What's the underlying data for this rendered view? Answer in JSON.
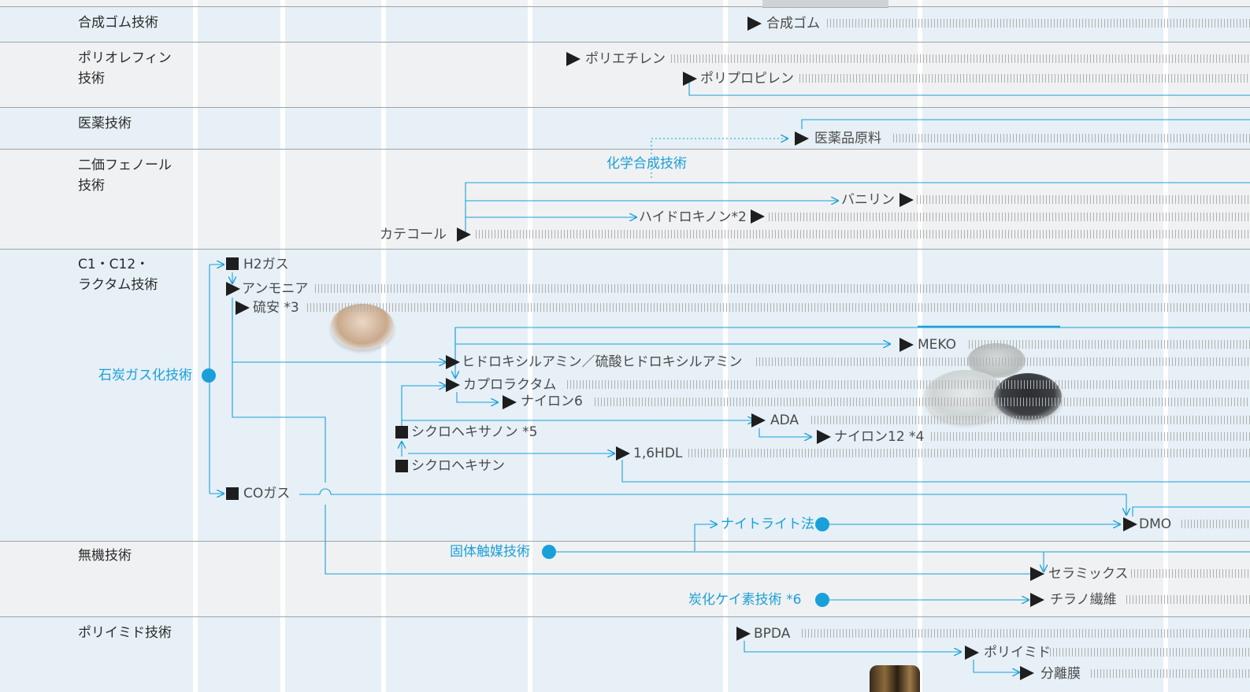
{
  "categories": [
    {
      "label": "合成ゴム技術"
    },
    {
      "label": "ポリオレフィン\n技術"
    },
    {
      "label": "医薬技術"
    },
    {
      "label": "二価フェノール\n技術"
    },
    {
      "label": "C1・C12・\nラクタム技術"
    },
    {
      "label": "無機技術"
    },
    {
      "label": "ポリイミド技術"
    }
  ],
  "products": {
    "synthetic_rubber": "合成ゴム",
    "polyethylene": "ポリエチレン",
    "polypropylene": "ポリプロピレン",
    "pharma_raw": "医薬品原料",
    "vanillin": "バニリン",
    "hydroquinone": "ハイドロキノン*2",
    "catechol": "カテコール",
    "h2_gas": "H2ガス",
    "ammonia": "アンモニア",
    "ammonium_sulfate": "硫安 *3",
    "meko": "MEKO",
    "hydroxylamine": "ヒドロキシルアミン／硫酸ヒドロキシルアミン",
    "caprolactam": "カプロラクタム",
    "nylon6": "ナイロン6",
    "ada": "ADA",
    "nylon12": "ナイロン12 *4",
    "cyclohexanone": "シクロヘキサノン *5",
    "hdl": "1,6HDL",
    "cyclohexane": "シクロヘキサン",
    "co_gas": "COガス",
    "dmo": "DMO",
    "ceramics": "セラミックス",
    "tyranno": "チラノ繊維",
    "bpda": "BPDA",
    "polyimide": "ポリイミド",
    "membrane": "分離膜"
  },
  "technologies": {
    "chemical_synthesis": "化学合成技術",
    "coal_gasification": "石炭ガス化技術",
    "nitrite_process": "ナイトライト法",
    "solid_catalyst": "固体触媒技術",
    "silicon_carbide": "炭化ケイ素技術 *6"
  },
  "colors": {
    "accent": "#1aa0d8",
    "text": "#4a4a4a",
    "marker": "#1e1e1e",
    "band_blue": "#e6f0f6",
    "band_grey": "#f0f1f3"
  }
}
